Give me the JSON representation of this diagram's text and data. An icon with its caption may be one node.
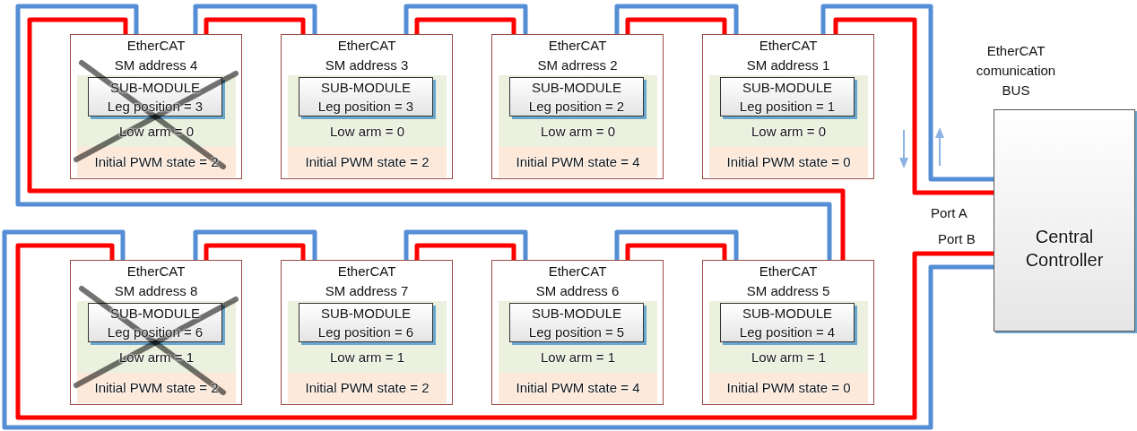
{
  "diagram": {
    "nodes": [
      {
        "text": [
          "EtherCAT",
          "SM address 4"
        ]
      },
      {
        "text": [
          "Low arm = 0"
        ],
        "in": 0
      },
      {
        "text": [
          "SUB-MODULE",
          "Leg position = 3"
        ],
        "in": 1
      },
      {
        "text": [
          "Initial PWM state = 2"
        ],
        "in": 0
      },
      {
        "text": [
          "EtherCAT",
          "SM address 3"
        ]
      },
      {
        "text": [
          "Low arm = 0"
        ],
        "in": 4
      },
      {
        "text": [
          "SUB-MODULE",
          "Leg position = 3"
        ],
        "in": 5
      },
      {
        "text": [
          "Initial PWM state = 2"
        ],
        "in": 4
      },
      {
        "text": [
          "EtherCAT",
          "SM adrress 2"
        ]
      },
      {
        "text": [
          "Low arm = 0"
        ],
        "in": 8
      },
      {
        "text": [
          "SUB-MODULE",
          "Leg position = 2"
        ],
        "in": 9
      },
      {
        "text": [
          "Initial PWM state = 4"
        ],
        "in": 8
      },
      {
        "text": [
          "EtherCAT",
          "SM address 1"
        ]
      },
      {
        "text": [
          "Low arm = 0"
        ],
        "in": 12
      },
      {
        "text": [
          "SUB-MODULE",
          "Leg position = 1"
        ],
        "in": 13
      },
      {
        "text": [
          "Initial PWM state = 0"
        ],
        "in": 12
      },
      {
        "text": [
          "Central Controller"
        ]
      },
      {
        "text": [
          "EtherCAT",
          "SM address 8"
        ]
      },
      {
        "text": [
          "Low arm = 1"
        ],
        "in": 17
      },
      {
        "text": [
          "SUB-MODULE",
          "Leg position = 6"
        ],
        "in": 18
      },
      {
        "text": [
          "Initial PWM state = 2"
        ],
        "in": 17
      },
      {
        "text": [
          "EtherCAT",
          "SM address 7"
        ]
      },
      {
        "text": [
          "Low arm = 1"
        ],
        "in": 21
      },
      {
        "text": [
          "SUB-MODULE",
          "Leg position = 6"
        ],
        "in": 22
      },
      {
        "text": [
          "Initial PWM state = 2"
        ],
        "in": 21
      },
      {
        "text": [
          "EtherCAT",
          "SM address 6"
        ]
      },
      {
        "text": [
          "Low arm = 1"
        ],
        "in": 25
      },
      {
        "text": [
          "SUB-MODULE",
          "Leg position = 5"
        ],
        "in": 26
      },
      {
        "text": [
          "Initial PWM state = 4"
        ],
        "in": 25
      },
      {
        "text": [
          "EtherCAT",
          "SM address 5"
        ]
      },
      {
        "text": [
          "Low arm = 1"
        ],
        "in": 29
      },
      {
        "text": [
          "SUB-MODULE",
          "Leg position = 4"
        ],
        "in": 30
      },
      {
        "text": [
          "Initial PWM state = 0"
        ],
        "in": 29
      }
    ],
    "edges": [
      {
        "from": 16,
        "to": 12,
        "arrow": "none",
        "color": "#ff0000"
      },
      {
        "from": 16,
        "to": 12,
        "arrow": "none",
        "color": "#558ed5"
      },
      {
        "from": 12,
        "to": 8,
        "arrow": "none",
        "color": "#ff0000"
      },
      {
        "from": 12,
        "to": 8,
        "arrow": "none",
        "color": "#558ed5"
      },
      {
        "from": 8,
        "to": 4,
        "arrow": "none",
        "color": "#ff0000"
      },
      {
        "from": 8,
        "to": 4,
        "arrow": "none",
        "color": "#558ed5"
      },
      {
        "from": 4,
        "to": 0,
        "arrow": "none",
        "color": "#ff0000"
      },
      {
        "from": 4,
        "to": 0,
        "arrow": "none",
        "color": "#558ed5"
      },
      {
        "from": 0,
        "to": 29,
        "arrow": "none",
        "color": "#ff0000"
      },
      {
        "from": 0,
        "to": 29,
        "arrow": "none",
        "color": "#558ed5"
      },
      {
        "from": 29,
        "to": 25,
        "arrow": "none",
        "color": "#ff0000"
      },
      {
        "from": 29,
        "to": 25,
        "arrow": "none",
        "color": "#558ed5"
      },
      {
        "from": 25,
        "to": 21,
        "arrow": "none",
        "color": "#ff0000"
      },
      {
        "from": 25,
        "to": 21,
        "arrow": "none",
        "color": "#558ed5"
      },
      {
        "from": 21,
        "to": 17,
        "arrow": "none",
        "color": "#ff0000"
      },
      {
        "from": 21,
        "to": 17,
        "arrow": "none",
        "color": "#558ed5"
      },
      {
        "from": 17,
        "to": 16,
        "arrow": "none",
        "color": "#ff0000"
      },
      {
        "from": 17,
        "to": 16,
        "arrow": "none",
        "color": "#558ed5"
      }
    ],
    "labels": [
      "EtherCAT comunication BUS",
      "Port A",
      "Port B"
    ]
  }
}
